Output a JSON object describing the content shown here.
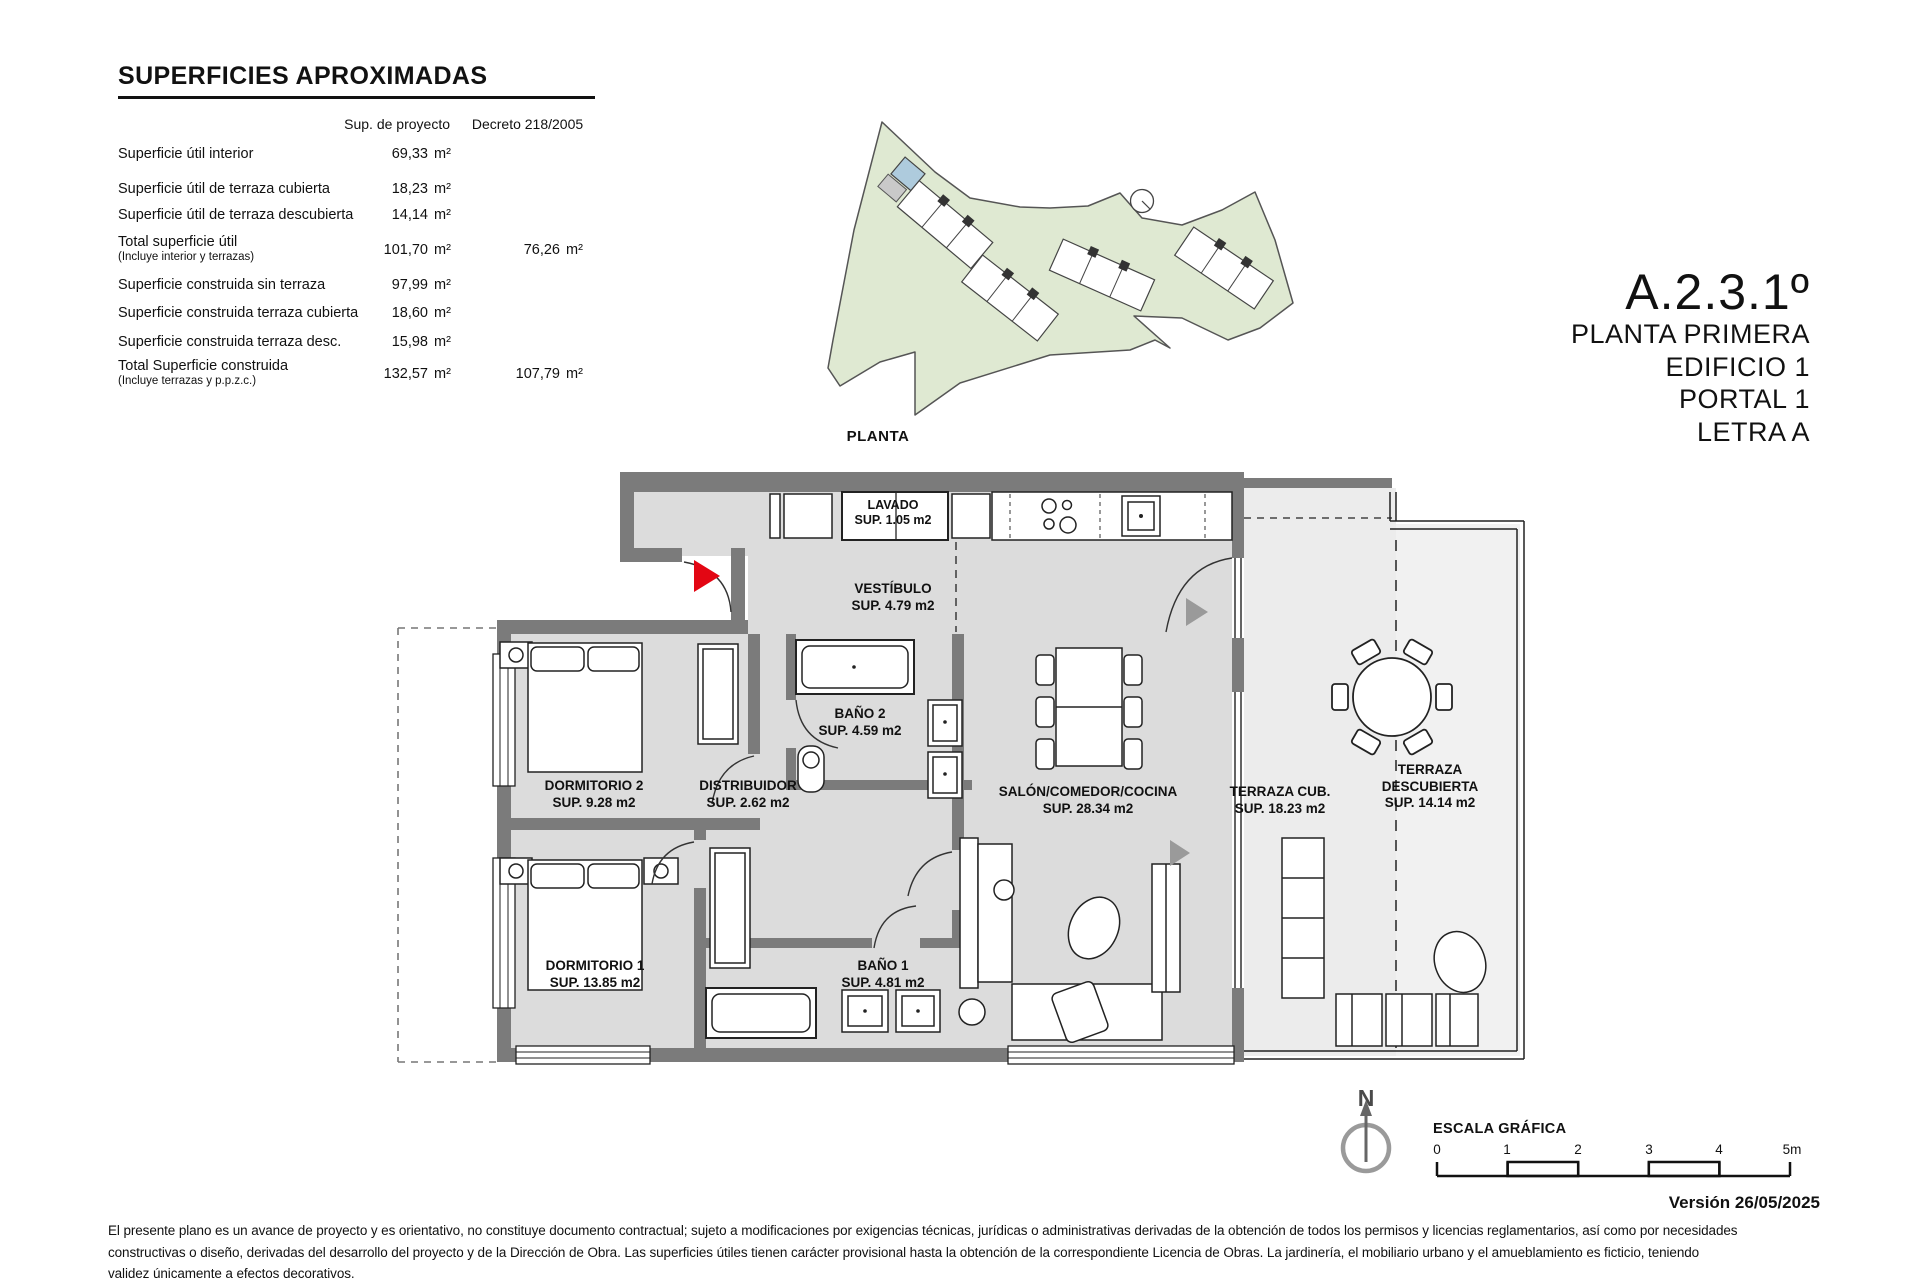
{
  "surfaces_table": {
    "title": "SUPERFICIES APROXIMADAS",
    "col_project": "Sup. de proyecto",
    "col_decree": "Decreto 218/2005",
    "unit": "m²",
    "rows": [
      {
        "label": "Superficie útil interior",
        "sub": "",
        "project": "69,33",
        "decree": ""
      },
      {
        "label": "Superficie útil de terraza cubierta",
        "sub": "",
        "project": "18,23",
        "decree": ""
      },
      {
        "label": "Superficie útil de terraza descubierta",
        "sub": "",
        "project": "14,14",
        "decree": ""
      },
      {
        "label": "Total superficie útil",
        "sub": "(Incluye interior y terrazas)",
        "project": "101,70",
        "decree": "76,26"
      },
      {
        "label": "Superficie construida sin terraza",
        "sub": "",
        "project": "97,99",
        "decree": ""
      },
      {
        "label": "Superficie construida terraza cubierta",
        "sub": "",
        "project": "18,60",
        "decree": ""
      },
      {
        "label": "Superficie construida terraza desc.",
        "sub": "",
        "project": "15,98",
        "decree": ""
      },
      {
        "label": "Total Superficie construida",
        "sub": "(Incluye terrazas y p.p.z.c.)",
        "project": "132,57",
        "decree": "107,79"
      }
    ]
  },
  "title_block": {
    "unit_code": "A.2.3.1º",
    "lines": [
      "PLANTA PRIMERA",
      "EDIFICIO 1",
      "PORTAL  1",
      "LETRA A"
    ]
  },
  "plan": {
    "heading": "PLANTA",
    "rooms": [
      {
        "name": "LAVADO",
        "area": "SUP. 1.05 m2"
      },
      {
        "name": "VESTÍBULO",
        "area": "SUP. 4.79 m2"
      },
      {
        "name": "BAÑO 2",
        "area": "SUP. 4.59 m2"
      },
      {
        "name": "DORMITORIO 2",
        "area": "SUP. 9.28 m2"
      },
      {
        "name": "DISTRIBUIDOR",
        "area": "SUP. 2.62 m2"
      },
      {
        "name": "SALÓN/COMEDOR/COCINA",
        "area": "SUP. 28.34 m2"
      },
      {
        "name": "TERRAZA CUB.",
        "area": "SUP. 18.23 m2"
      },
      {
        "name": "TERRAZA",
        "name2": "DESCUBIERTA",
        "area": "SUP. 14.14 m2"
      },
      {
        "name": "DORMITORIO 1",
        "area": "SUP. 13.85 m2"
      },
      {
        "name": "BAÑO 1",
        "area": "SUP. 4.81 m2"
      }
    ]
  },
  "north_label": "N",
  "scale_bar": {
    "label": "ESCALA GRÁFICA",
    "ticks": [
      "0",
      "1",
      "2",
      "3",
      "4",
      "5m"
    ]
  },
  "version": "Versión 26/05/2025",
  "disclaimer": {
    "lines": [
      "El presente plano es un avance de proyecto y es orientativo, no constituye documento contractual; sujeto a modificaciones por exigencias técnicas, jurídicas o administrativas derivadas de la obtención de todos los permisos y licencias reglamentarios, así como por necesidades",
      "constructivas o diseño, derivadas del desarrollo del proyecto y de la Dirección de Obra. Las superficies útiles tienen carácter provisional hasta la obtención de la correspondiente Licencia de Obras. La jardinería, el mobiliario urbano y el amueblamiento es ficticio, teniendo",
      "validez únicamente a efectos decorativos."
    ]
  },
  "colors": {
    "wall": "#7b7b7b",
    "floor": "#dcdcdc",
    "terrace_covered": "#ececec",
    "terrace_open": "#f1f1f1",
    "site_green": "#dfe9d2",
    "highlight_blue": "#aecbdd",
    "entry_red": "#e30613"
  }
}
